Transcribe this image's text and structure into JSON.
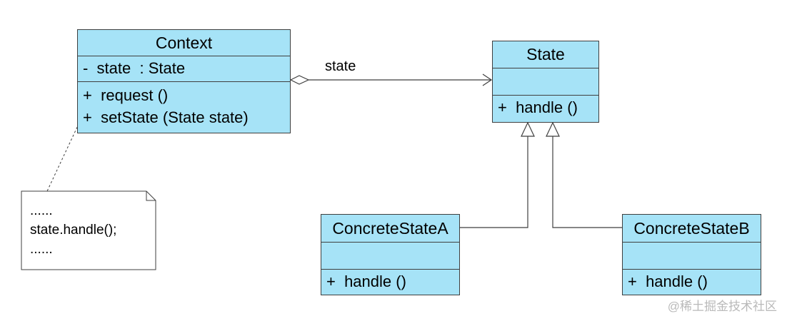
{
  "classes": {
    "context": {
      "name": "Context",
      "attributes": [
        "-  state  : State"
      ],
      "operations": [
        "+  request ()",
        "+  setState (State state)"
      ]
    },
    "state": {
      "name": "State",
      "attributes": [],
      "operations": [
        "+  handle ()"
      ]
    },
    "concrete_a": {
      "name": "ConcreteStateA",
      "attributes": [],
      "operations": [
        "+  handle ()"
      ]
    },
    "concrete_b": {
      "name": "ConcreteStateB",
      "attributes": [],
      "operations": [
        "+  handle ()"
      ]
    }
  },
  "association": {
    "label": "state"
  },
  "note": {
    "lines": [
      "......",
      "state.handle();",
      "......"
    ]
  },
  "watermark": "@稀土掘金技术社区",
  "colors": {
    "class_fill": "#a6e3f7",
    "stroke": "#3f3f3f"
  }
}
